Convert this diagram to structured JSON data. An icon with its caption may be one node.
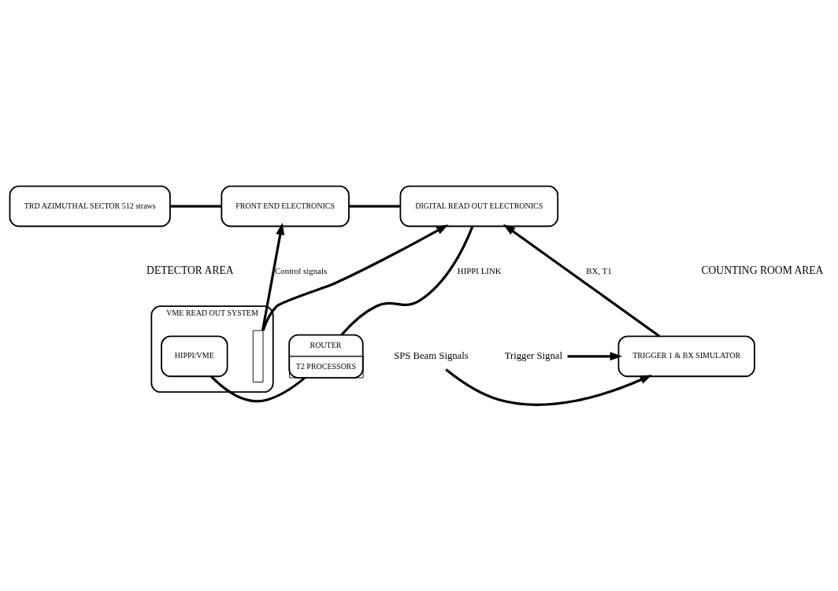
{
  "diagram": {
    "nodes": [
      {
        "text": [
          "TRD AZIMUTHAL SECTOR 512 straws"
        ]
      },
      {
        "text": [
          "FRONT END ELECTRONICS"
        ]
      },
      {
        "text": [
          "DIGITAL READ OUT ELECTRONICS"
        ]
      },
      {
        "text": [
          "TRIGGER 1 & BX SIMULATOR"
        ]
      },
      {
        "text": [],
        "shape": "box",
        "beside": [
          "VME READ OUT SYSTEM"
        ]
      },
      {
        "text": [],
        "shape": "bar",
        "in": 4
      },
      {
        "text": [
          "HIPPI/VME"
        ],
        "in": 4
      },
      {
        "text": [
          "ROUTER",
          "T2 PROCESSORS"
        ]
      },
      {
        "text": [
          "SPS Beam Signals"
        ]
      },
      {
        "text": [
          "Trigger Signal"
        ]
      }
    ],
    "edges": [
      {
        "from": 0,
        "to": 1,
        "arrow": "none"
      },
      {
        "from": 1,
        "to": 2,
        "arrow": "none"
      },
      {
        "from": 2,
        "to": 7,
        "arrow": "none",
        "label": "HIPPI LINK"
      },
      {
        "from": 6,
        "to": 7,
        "arrow": "none"
      },
      {
        "from": 8,
        "to": 3,
        "arrow": "to"
      },
      {
        "from": 9,
        "to": 3,
        "arrow": "to"
      },
      {
        "from": 3,
        "to": 2,
        "arrow": "to",
        "label": "BX, T1"
      },
      {
        "from": 5,
        "to": 1,
        "arrow": "to",
        "label": "Control signals"
      },
      {
        "from": 5,
        "to": 2,
        "arrow": "to"
      }
    ],
    "labels": [
      "DETECTOR AREA",
      "COUNTING ROOM AREA"
    ]
  }
}
